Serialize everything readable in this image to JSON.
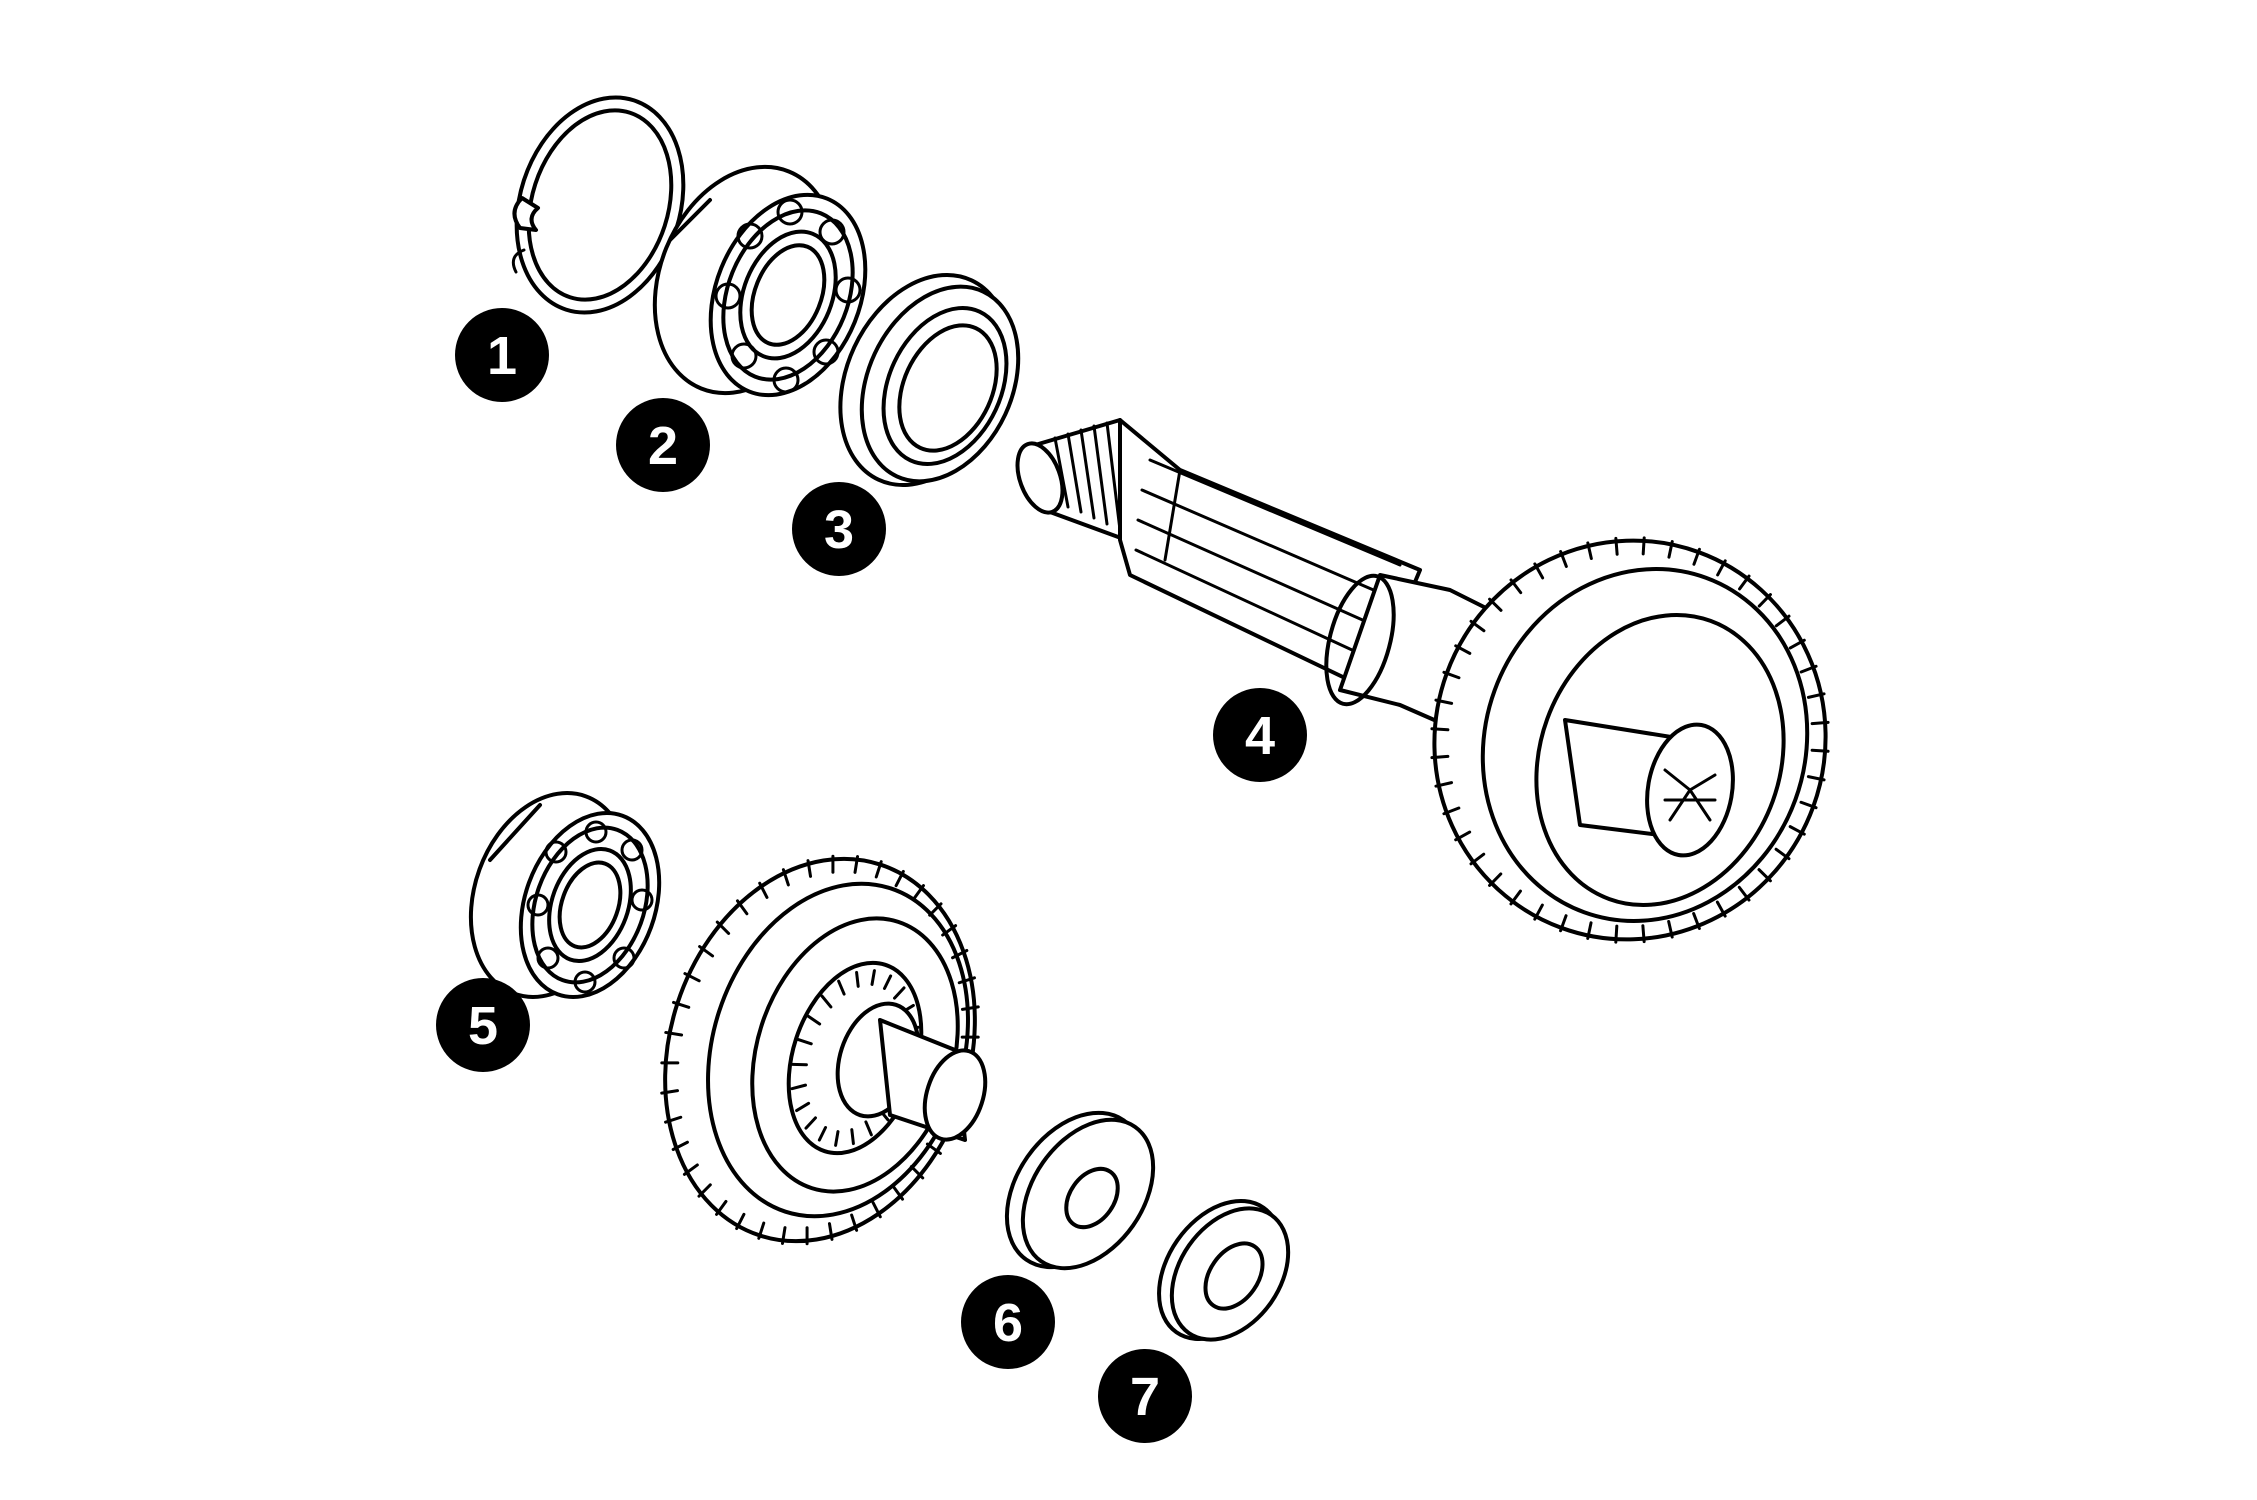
{
  "parts": [
    {
      "number": "1",
      "icon": "circlip-icon"
    },
    {
      "number": "2",
      "icon": "ball-bearing-icon"
    },
    {
      "number": "3",
      "icon": "oil-seal-icon"
    },
    {
      "number": "4",
      "icon": "driven-shaft-gear-icon"
    },
    {
      "number": "5",
      "icon": "ball-bearing-icon"
    },
    {
      "number": "6",
      "icon": "washer-icon"
    },
    {
      "number": "7",
      "icon": "washer-icon"
    }
  ],
  "colors": {
    "ink": "#000000",
    "paper": "#ffffff",
    "callout_bg": "#000000",
    "callout_text": "#ffffff"
  }
}
